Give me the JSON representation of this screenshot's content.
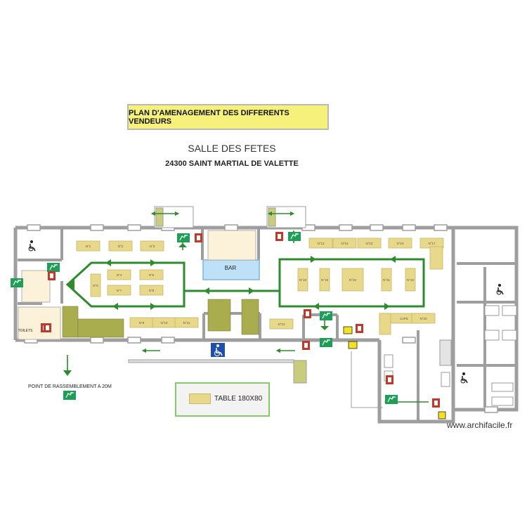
{
  "header": {
    "title": "PLAN D'AMENAGEMENT DES DIFFERENTS VENDEURS",
    "subtitle": "SALLE DES FETES",
    "address": "24300 SAINT MARTIAL DE VALETTE"
  },
  "rooms": {
    "bar": "BAR",
    "toilets": "TOILETS"
  },
  "stands": {
    "left_top": [
      "N°1",
      "N°2",
      "N°3"
    ],
    "left_oval_top": [
      "N°4",
      "N°5"
    ],
    "left_oval_bottom": [
      "N°6",
      "N°7",
      "N°8"
    ],
    "left_bottom_row": [
      "N°9",
      "N°10",
      "N°11"
    ],
    "bottom_middle": "N°12",
    "right_top": [
      "N°13",
      "N°14",
      "N°15",
      "N°16",
      "N°17"
    ],
    "right_oval": [
      "N°18",
      "N°19",
      "N°20",
      "N°21",
      "N°22"
    ],
    "right_bottom": [
      "CAFE",
      "N°23"
    ]
  },
  "assembly_point": "POINT DE RASSEMBLEMENT A 20M",
  "legend": {
    "label": "TABLE 180X80"
  },
  "watermark": "www.archifacile.fr",
  "colors": {
    "wall": "#9e9e9e",
    "table_fill": "#e8d889",
    "arrow": "#2e8b2e",
    "bar_fill": "#bfe1f7",
    "title_fill": "#f5f17a",
    "exit_sign": "#1f9e58",
    "fire_sign": "#c0392b"
  },
  "icons": [
    "wheelchair-icon",
    "exit-sign-icon",
    "fire-extinguisher-icon",
    "fire-alarm-icon",
    "defibrillator-icon",
    "assembly-point-icon"
  ]
}
